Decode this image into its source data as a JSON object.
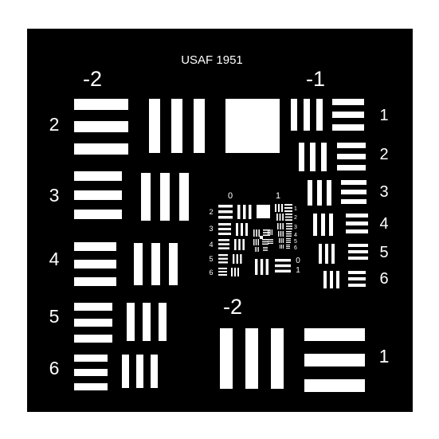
{
  "target": {
    "title": "USAF 1951",
    "background_color": "#000000",
    "bar_color": "#ffffff",
    "frame_color": "#ffffff",
    "group_labels": {
      "outer_left": "-2",
      "outer_right": "-1",
      "lower_center": "-2",
      "inner_left": "0",
      "inner_right": "1"
    },
    "element_labels": {
      "left_column": [
        "2",
        "3",
        "4",
        "5",
        "6"
      ],
      "right_column": [
        "1",
        "2",
        "3",
        "4",
        "5",
        "6"
      ],
      "lower_right": "1",
      "inner_left_column": [
        "2",
        "3",
        "4",
        "5",
        "6"
      ],
      "inner_right_column": [
        "1",
        "2",
        "3",
        "4",
        "5",
        "6"
      ],
      "inner_lower_right": [
        "0",
        "1"
      ]
    }
  }
}
